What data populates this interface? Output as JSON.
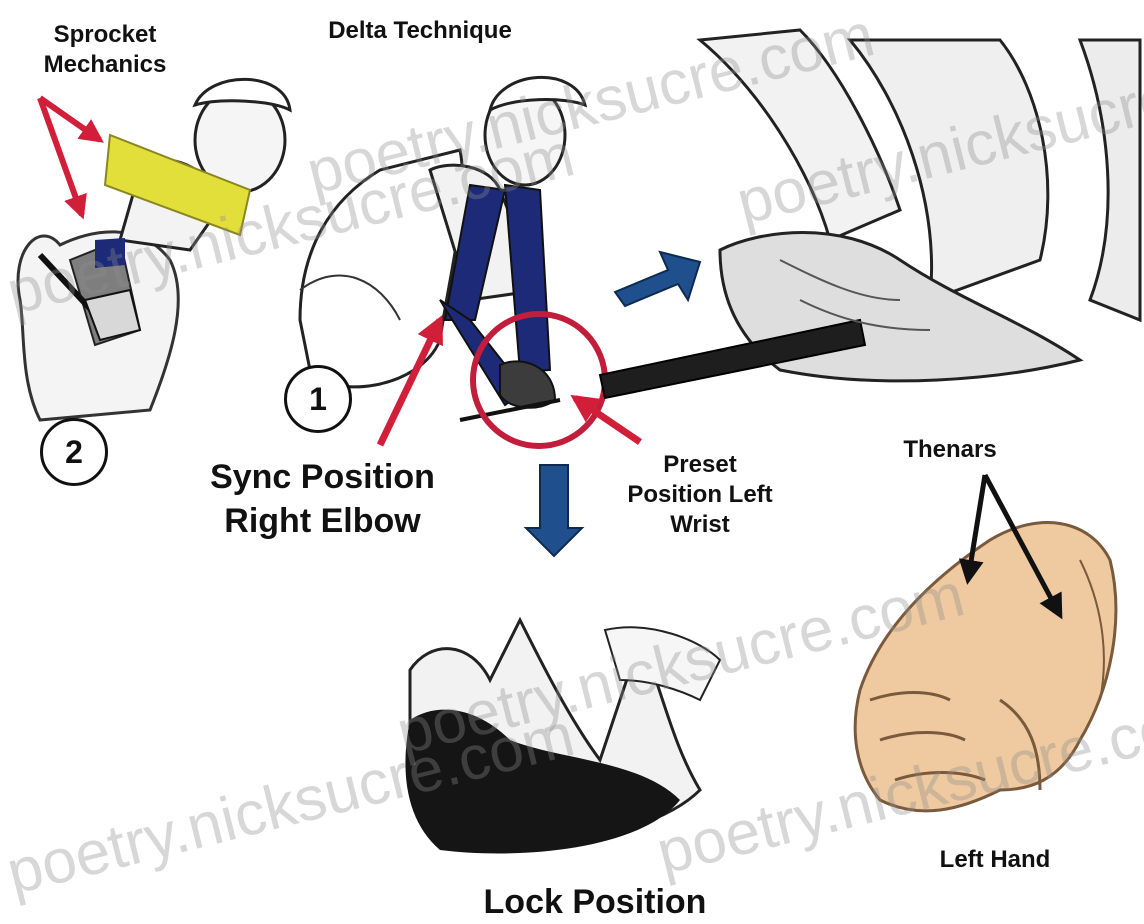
{
  "labels": {
    "sprocket": [
      "Sprocket",
      "Mechanics"
    ],
    "delta": "Delta Technique",
    "sync": [
      "Sync Position",
      "Right Elbow"
    ],
    "preset": [
      "Preset",
      "Position Left",
      "Wrist"
    ],
    "thenars": "Thenars",
    "left_hand": "Left Hand",
    "lock": "Lock Position"
  },
  "markers": {
    "one": "1",
    "two": "2"
  },
  "watermarks": [
    "poetry.nicksucre.com",
    "poetry.nicksucre.com",
    "poetry.nicksucre.com",
    "poetry.nicksucre.com",
    "poetry.nicksucre.com",
    "poetry.nicksucre.com"
  ],
  "colors": {
    "arrow_red": "#d11f3a",
    "arrow_blue": "#1f4f8c",
    "arm_navy": "#1c2a78",
    "club_yellow": "#e3df3a",
    "hand_skin": "#efc9a0",
    "circle_red": "#c21d3b",
    "ink": "#111111"
  }
}
